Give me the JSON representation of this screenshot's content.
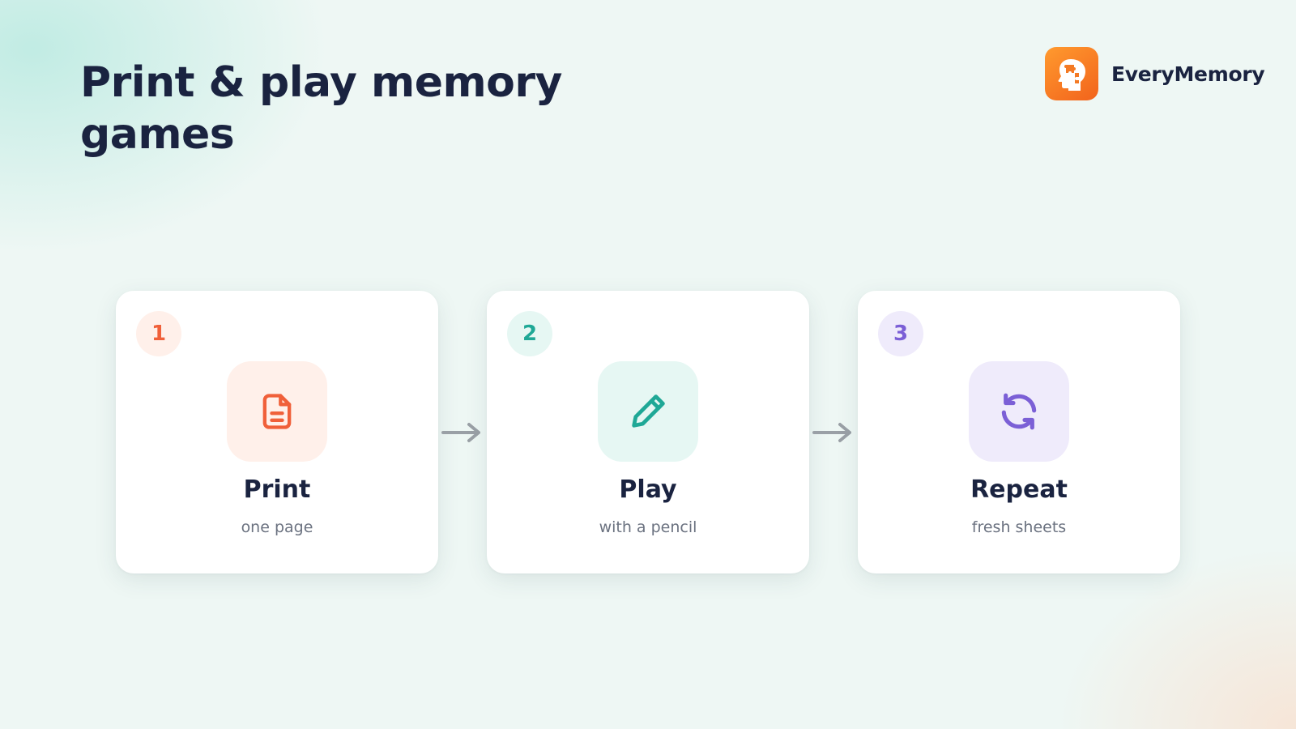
{
  "title": "Print & play memory games",
  "brand": {
    "name": "EveryMemory",
    "logo_icon": "head-puzzle-icon",
    "logo_colors": [
      "#ff9a2e",
      "#f2631c"
    ]
  },
  "steps": [
    {
      "number": "1",
      "title": "Print",
      "subtitle": "one page",
      "icon": "document-icon",
      "accent": "#f0603a",
      "tint": "#fff0ea"
    },
    {
      "number": "2",
      "title": "Play",
      "subtitle": "with a pencil",
      "icon": "pencil-icon",
      "accent": "#1fa896",
      "tint": "#e6f7f3"
    },
    {
      "number": "3",
      "title": "Repeat",
      "subtitle": "fresh sheets",
      "icon": "refresh-icon",
      "accent": "#7b5fd6",
      "tint": "#efebfb"
    }
  ],
  "connector_icon": "arrow-right-icon",
  "colors": {
    "text": "#1a2340",
    "muted": "#6b7280",
    "arrow": "#9aa0a6",
    "background": "#eef7f4"
  }
}
